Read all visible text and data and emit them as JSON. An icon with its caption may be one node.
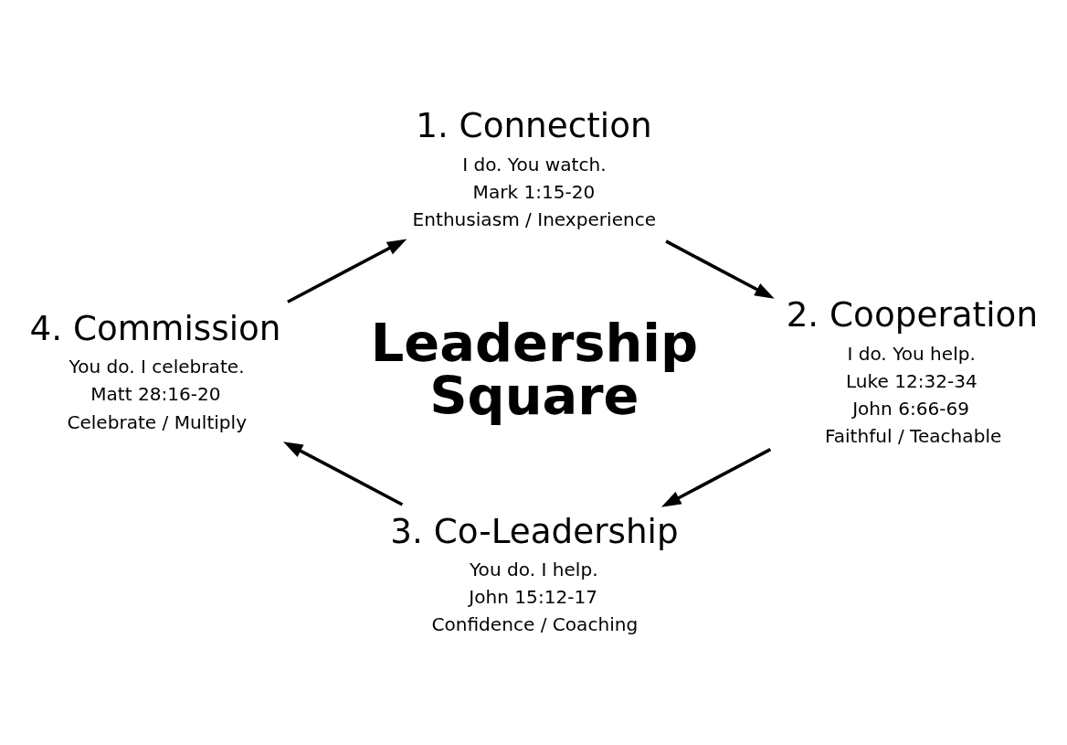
{
  "diagram": {
    "nodes": [
      {
        "text": [
          "1. Connection",
          "I do. You watch.",
          "Mark 1:15-20",
          "Enthusiasm / Inexperience"
        ]
      },
      {
        "text": [
          "4. Commission",
          "You do. I celebrate.",
          "Matt 28:16-20",
          "Celebrate / Multiply"
        ]
      },
      {
        "text": [
          "Leadership Square"
        ]
      },
      {
        "text": [
          "2. Cooperation",
          "I do. You help.",
          "Luke 12:32-34",
          "John 6:66-69",
          "Faithful / Teachable"
        ]
      },
      {
        "text": [
          "3. Co-Leadership",
          "You do. I help.",
          "John 15:12-17",
          "Confidence / Coaching"
        ]
      }
    ],
    "edges": [
      {
        "from": 1,
        "to": 0,
        "arrow": "to"
      },
      {
        "from": 0,
        "to": 3,
        "arrow": "to"
      },
      {
        "from": 3,
        "to": 4,
        "arrow": "to"
      },
      {
        "from": 4,
        "to": 1,
        "arrow": "to"
      }
    ]
  }
}
